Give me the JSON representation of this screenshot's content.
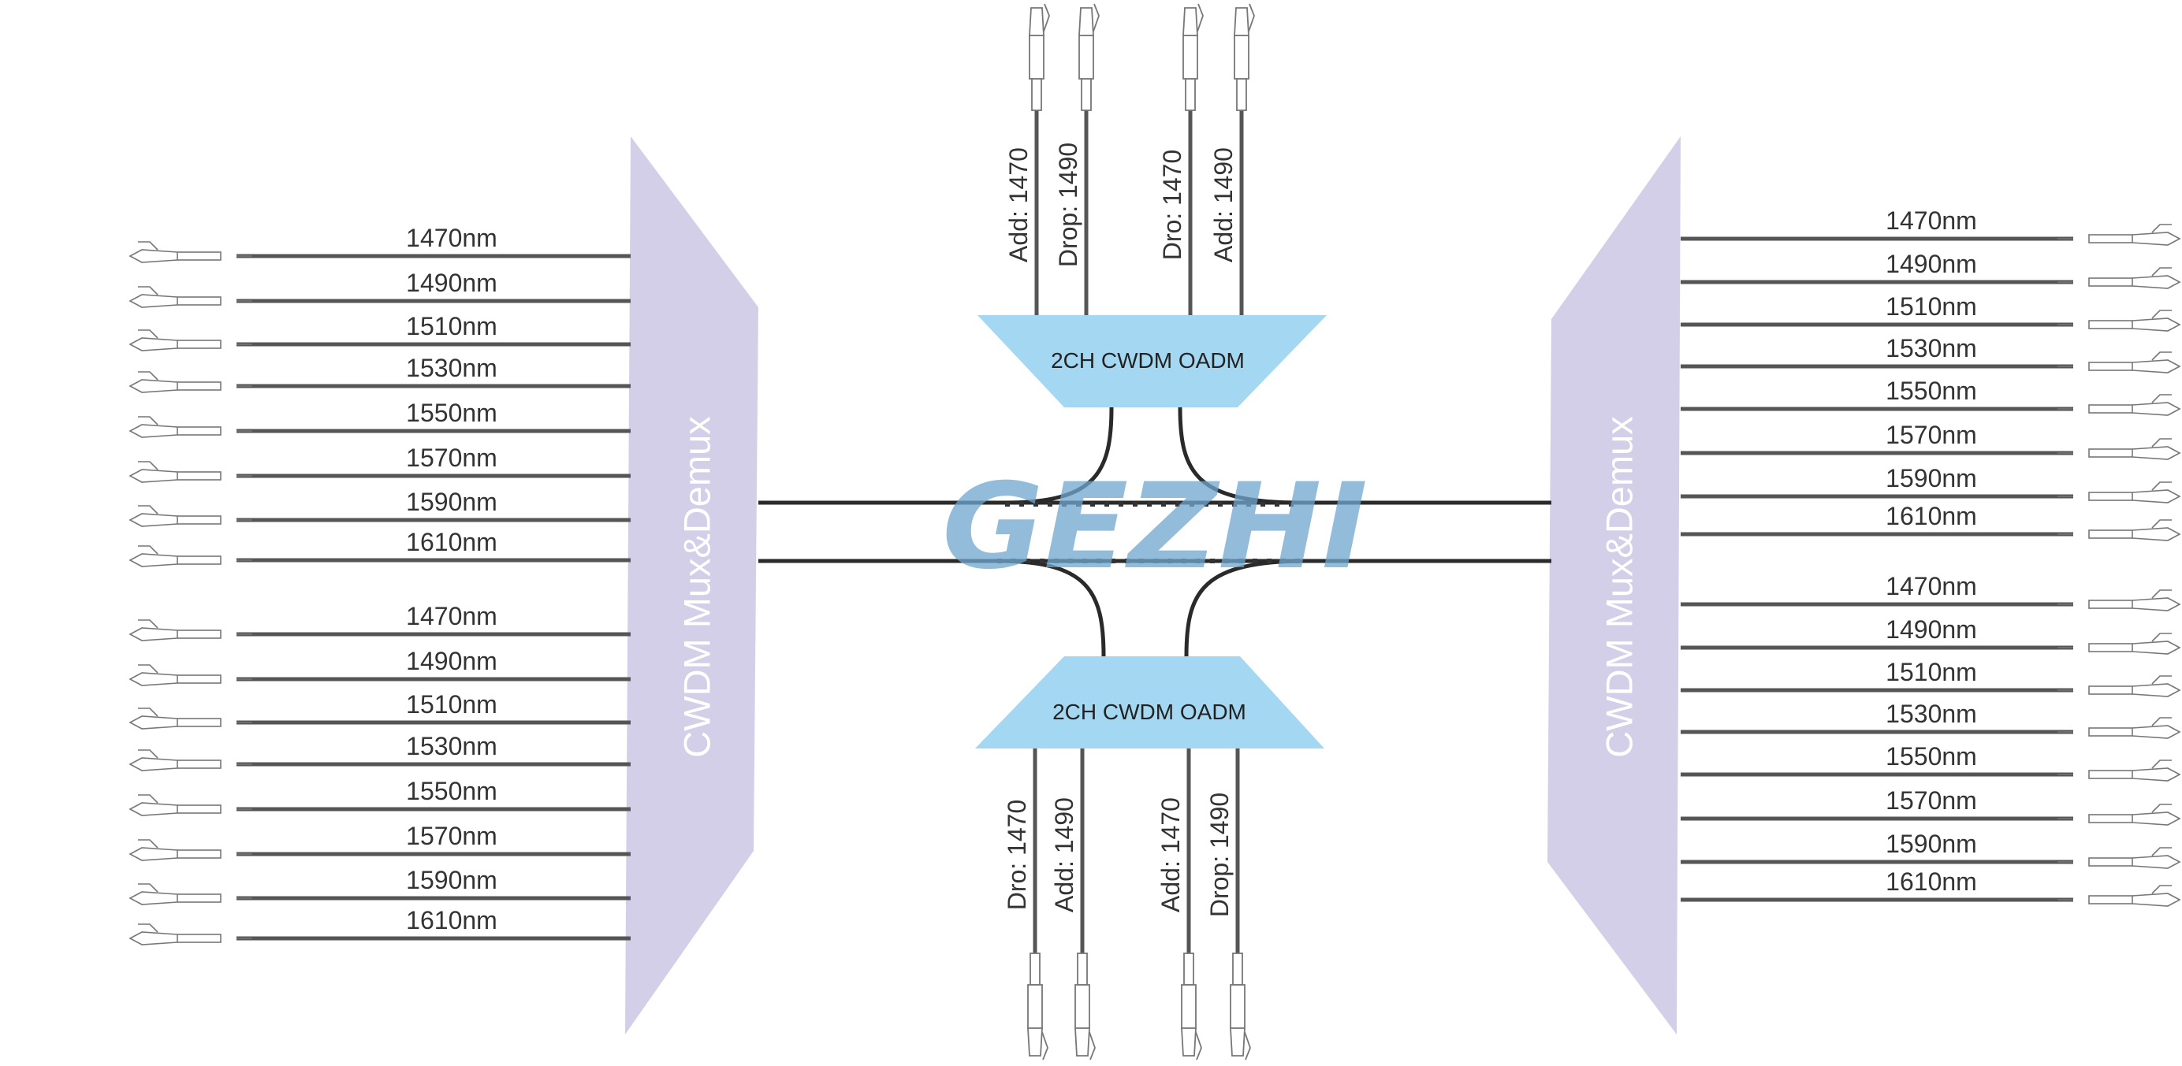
{
  "mux_left": {
    "label": "CWDM Mux&Demux",
    "channels": [
      "1470nm",
      "1490nm",
      "1510nm",
      "1530nm",
      "1550nm",
      "1570nm",
      "1590nm",
      "1610nm",
      "1470nm",
      "1490nm",
      "1510nm",
      "1530nm",
      "1550nm",
      "1570nm",
      "1590nm",
      "1610nm"
    ]
  },
  "mux_right": {
    "label": "CWDM Mux&Demux",
    "channels": [
      "1470nm",
      "1490nm",
      "1510nm",
      "1530nm",
      "1550nm",
      "1570nm",
      "1590nm",
      "1610nm",
      "1470nm",
      "1490nm",
      "1510nm",
      "1530nm",
      "1550nm",
      "1570nm",
      "1590nm",
      "1610nm"
    ]
  },
  "oadm_top": {
    "label": "2CH CWDM OADM",
    "ports": [
      "Add: 1470",
      "Drop: 1490",
      "Dro: 1470",
      "Add: 1490"
    ]
  },
  "oadm_bottom": {
    "label": "2CH CWDM OADM",
    "ports": [
      "Dro: 1470",
      "Add: 1490",
      "Add: 1470",
      "Drop: 1490"
    ]
  },
  "watermark": {
    "text": "GEZHI",
    "color": "#6fa6cf",
    "accent": "#e8a070"
  },
  "colors": {
    "mux_fill": "#d3cfe8",
    "oadm_fill": "#a4d8f2",
    "fiber": "#555555",
    "trunk": "#2a2a2a",
    "connector": "#777777"
  }
}
